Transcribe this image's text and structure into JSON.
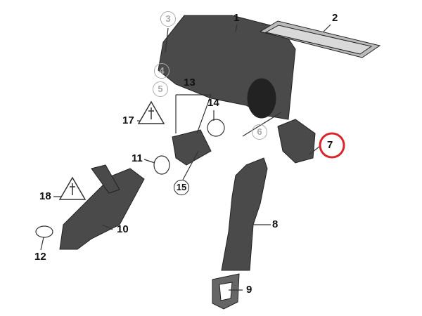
{
  "callouts": {
    "c1": "1",
    "c2": "2",
    "c3": "3",
    "c4": "4",
    "c5": "5",
    "c6": "6",
    "c7": "7",
    "c8": "8",
    "c9": "9",
    "c10": "10",
    "c11": "11",
    "c12": "12",
    "c13": "13",
    "c14": "14",
    "c15": "15",
    "c17": "17",
    "c18": "18"
  },
  "highlight": {
    "callout": "7",
    "color": "#d9262b"
  },
  "icons": [
    "plug-warning-icon",
    "plug-warning-icon"
  ]
}
